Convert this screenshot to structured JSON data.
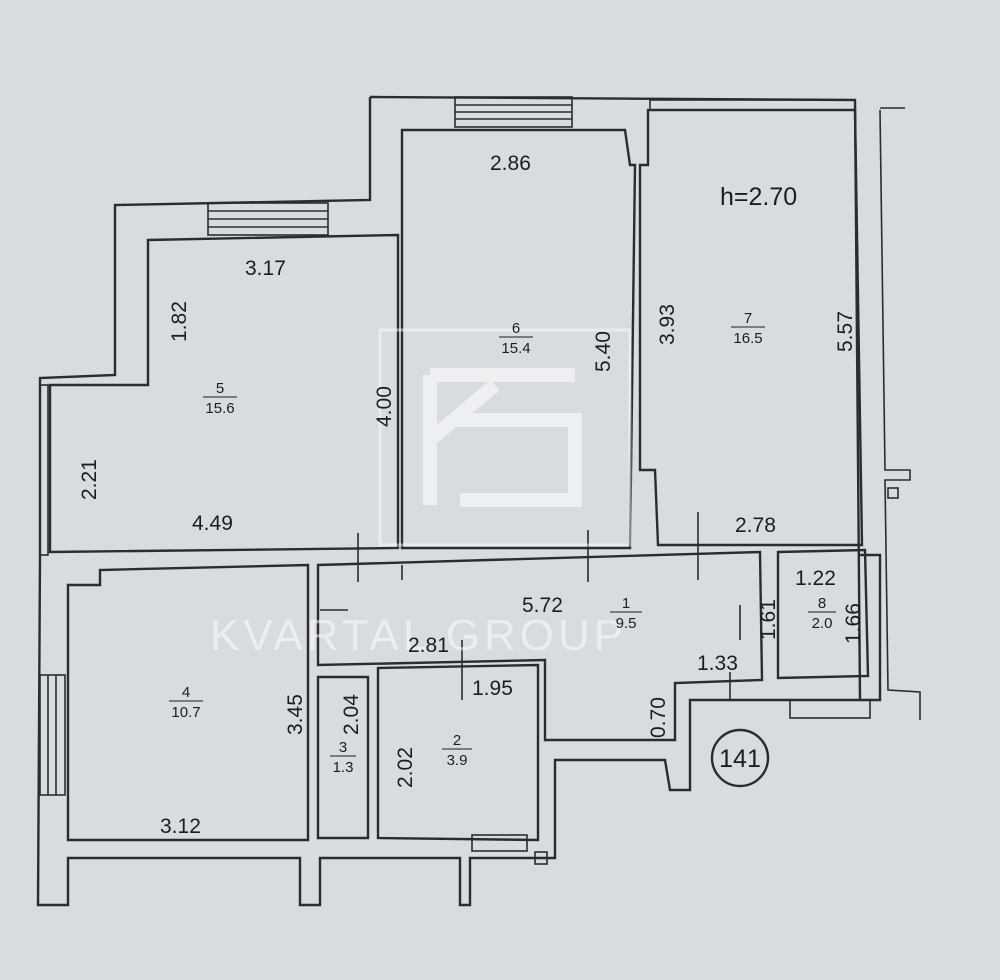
{
  "ceiling_height": "h=2.70",
  "apartment_number": "141",
  "watermark": {
    "text": "KVARTAL GROUP",
    "logo": "kg-logo-icon"
  },
  "rooms": [
    {
      "id": "room-1",
      "number": "1",
      "area": "9.5"
    },
    {
      "id": "room-2",
      "number": "2",
      "area": "3.9"
    },
    {
      "id": "room-3",
      "number": "3",
      "area": "1.3"
    },
    {
      "id": "room-4",
      "number": "4",
      "area": "10.7"
    },
    {
      "id": "room-5",
      "number": "5",
      "area": "15.6"
    },
    {
      "id": "room-6",
      "number": "6",
      "area": "15.4"
    },
    {
      "id": "room-7",
      "number": "7",
      "area": "16.5"
    },
    {
      "id": "room-8",
      "number": "8",
      "area": "2.0"
    }
  ],
  "dimensions": [
    "2.86",
    "3.17",
    "1.82",
    "4.00",
    "5.40",
    "3.93",
    "5.57",
    "2.21",
    "4.49",
    "2.78",
    "1.22",
    "1.61",
    "1.66",
    "5.72",
    "2.81",
    "1.33",
    "1.95",
    "0.70",
    "3.45",
    "2.04",
    "2.02",
    "3.12"
  ],
  "colors": {
    "background": "#d8dbe0",
    "line": "#2a2c31",
    "text": "#1b1d22"
  }
}
